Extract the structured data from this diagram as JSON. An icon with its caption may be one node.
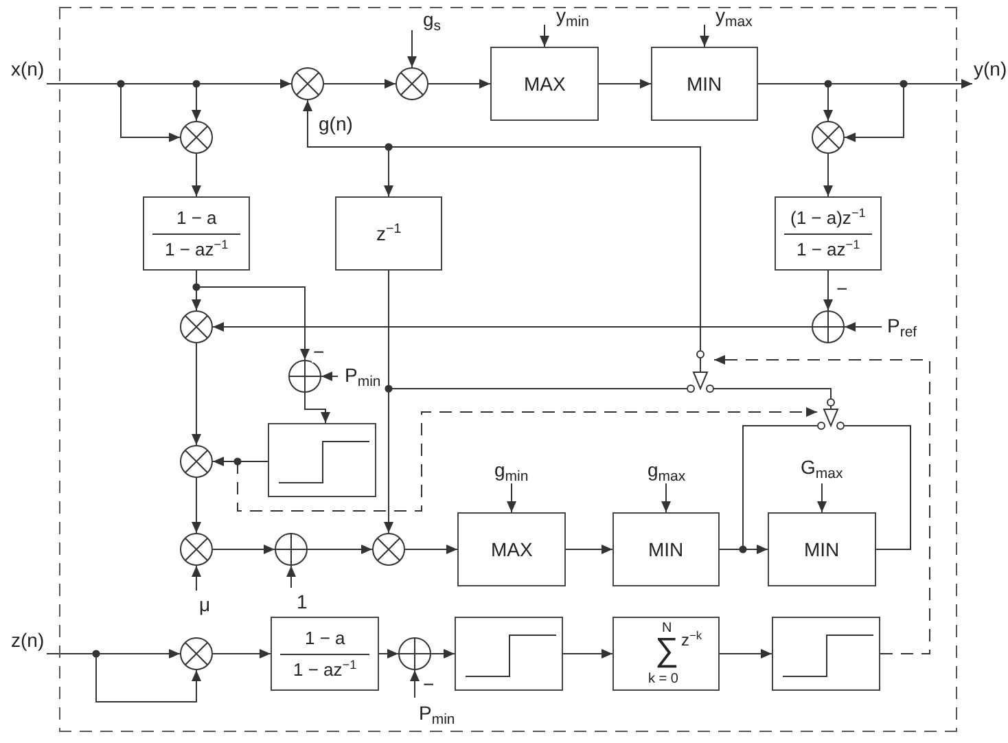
{
  "diagram": {
    "nodes": [
      {
        "text": [],
        "shape": "frame"
      },
      {
        "text": [
          "x(n)"
        ]
      },
      {
        "text": [],
        "shape": "multiplier",
        "in": 0
      },
      {
        "text": [
          "g$_{s}$"
        ],
        "in": 0
      },
      {
        "text": [],
        "shape": "multiplier",
        "in": 0
      },
      {
        "text": [
          "y$_{min}$"
        ],
        "in": 0
      },
      {
        "text": [
          "MAX"
        ],
        "in": 0
      },
      {
        "text": [
          "y$_{max}$"
        ],
        "in": 0
      },
      {
        "text": [
          "MIN"
        ],
        "in": 0
      },
      {
        "text": [
          "y(n)"
        ]
      },
      {
        "text": [],
        "shape": "multiplier",
        "in": 0
      },
      {
        "text": [],
        "shape": "multiplier",
        "in": 0
      },
      {
        "text": [
          "1 − a",
          "1 − az$^{−1}$"
        ],
        "in": 0
      },
      {
        "text": [
          "z$^{−1}$"
        ],
        "in": 0
      },
      {
        "text": [
          "(1 − a)z$^{−1}$",
          "1 − az$^{−1}$"
        ],
        "in": 0
      },
      {
        "text": [],
        "shape": "adder",
        "in": 0
      },
      {
        "text": [
          "P$_{ref}$"
        ],
        "in": 0
      },
      {
        "text": [],
        "shape": "multiplier",
        "in": 0
      },
      {
        "text": [],
        "shape": "adder",
        "in": 0
      },
      {
        "text": [
          "P$_{min}$"
        ],
        "in": 0
      },
      {
        "text": [],
        "shape": "switch",
        "in": 0
      },
      {
        "text": [],
        "shape": "switch",
        "in": 0
      },
      {
        "text": [],
        "shape": "multiplier",
        "in": 0
      },
      {
        "text": [],
        "shape": "step",
        "in": 0
      },
      {
        "text": [
          "g$_{min}$"
        ],
        "in": 0
      },
      {
        "text": [
          "g$_{max}$"
        ],
        "in": 0
      },
      {
        "text": [
          "G$_{max}$"
        ],
        "in": 0
      },
      {
        "text": [],
        "shape": "multiplier",
        "in": 0
      },
      {
        "text": [],
        "shape": "adder",
        "in": 0
      },
      {
        "text": [],
        "shape": "multiplier",
        "in": 0
      },
      {
        "text": [
          "MAX"
        ],
        "in": 0
      },
      {
        "text": [
          "MIN"
        ],
        "in": 0
      },
      {
        "text": [
          "MIN"
        ],
        "in": 0
      },
      {
        "text": [
          "μ"
        ],
        "in": 0
      },
      {
        "text": [
          "1"
        ],
        "in": 0
      },
      {
        "text": [
          "z(n)"
        ]
      },
      {
        "text": [],
        "shape": "multiplier",
        "in": 0
      },
      {
        "text": [
          "1 − a",
          "1 − az$^{−1}$"
        ],
        "in": 0
      },
      {
        "text": [],
        "shape": "adder",
        "in": 0
      },
      {
        "text": [],
        "shape": "step",
        "in": 0
      },
      {
        "text": [
          "N",
          "∑",
          "z$^{−k}$",
          "k = 0"
        ],
        "in": 0
      },
      {
        "text": [],
        "shape": "step",
        "in": 0
      },
      {
        "text": [
          "P$_{min}$"
        ],
        "in": 0
      }
    ],
    "edges": [
      {
        "from": 1,
        "to": 2,
        "arrow": "to"
      },
      {
        "from": 1,
        "to": 10,
        "arrow": "to"
      },
      {
        "from": 1,
        "to": 10,
        "arrow": "to"
      },
      {
        "from": 2,
        "to": 4,
        "arrow": "to"
      },
      {
        "from": 3,
        "to": 4,
        "arrow": "to"
      },
      {
        "from": 4,
        "to": 6,
        "arrow": "to"
      },
      {
        "from": 5,
        "to": 6,
        "arrow": "to"
      },
      {
        "from": 6,
        "to": 8,
        "arrow": "to"
      },
      {
        "from": 7,
        "to": 8,
        "arrow": "to"
      },
      {
        "from": 8,
        "to": 9,
        "arrow": "to"
      },
      {
        "from": 8,
        "to": 11,
        "arrow": "to"
      },
      {
        "from": 8,
        "to": 11,
        "arrow": "to"
      },
      {
        "from": 10,
        "to": 12,
        "arrow": "to"
      },
      {
        "from": 11,
        "to": 14,
        "arrow": "to"
      },
      {
        "from": 14,
        "to": 15,
        "arrow": "to",
        "label": "−"
      },
      {
        "from": 16,
        "to": 15,
        "arrow": "to"
      },
      {
        "from": 15,
        "to": 17,
        "arrow": "to"
      },
      {
        "from": 12,
        "to": 17,
        "arrow": "to"
      },
      {
        "from": 12,
        "to": 18,
        "arrow": "to",
        "label": "−"
      },
      {
        "from": 19,
        "to": 18,
        "arrow": "to"
      },
      {
        "from": 18,
        "to": 23,
        "arrow": "to"
      },
      {
        "from": 20,
        "to": 2,
        "arrow": "to",
        "label": "g(n)"
      },
      {
        "from": 20,
        "to": 13,
        "arrow": "to"
      },
      {
        "from": 13,
        "to": 20,
        "arrow": "none"
      },
      {
        "from": 13,
        "to": 29,
        "arrow": "to"
      },
      {
        "from": 21,
        "to": 20,
        "arrow": "none"
      },
      {
        "from": 31,
        "to": 21,
        "arrow": "none"
      },
      {
        "from": 32,
        "to": 21,
        "arrow": "none"
      },
      {
        "from": 41,
        "to": 20,
        "arrow": "to",
        "style": "dashed"
      },
      {
        "from": 23,
        "to": 21,
        "arrow": "to",
        "style": "dashed"
      },
      {
        "from": 17,
        "to": 22,
        "arrow": "to"
      },
      {
        "from": 23,
        "to": 22,
        "arrow": "to"
      },
      {
        "from": 22,
        "to": 27,
        "arrow": "to"
      },
      {
        "from": 33,
        "to": 27,
        "arrow": "to"
      },
      {
        "from": 27,
        "to": 28,
        "arrow": "to"
      },
      {
        "from": 34,
        "to": 28,
        "arrow": "to"
      },
      {
        "from": 28,
        "to": 29,
        "arrow": "to"
      },
      {
        "from": 29,
        "to": 30,
        "arrow": "to"
      },
      {
        "from": 24,
        "to": 30,
        "arrow": "to"
      },
      {
        "from": 30,
        "to": 31,
        "arrow": "to"
      },
      {
        "from": 25,
        "to": 31,
        "arrow": "to"
      },
      {
        "from": 31,
        "to": 32,
        "arrow": "to"
      },
      {
        "from": 26,
        "to": 32,
        "arrow": "to"
      },
      {
        "from": 35,
        "to": 36,
        "arrow": "to"
      },
      {
        "from": 35,
        "to": 36,
        "arrow": "to"
      },
      {
        "from": 36,
        "to": 37,
        "arrow": "to"
      },
      {
        "from": 37,
        "to": 38,
        "arrow": "to"
      },
      {
        "from": 42,
        "to": 38,
        "arrow": "to",
        "label": "−"
      },
      {
        "from": 38,
        "to": 39,
        "arrow": "to"
      },
      {
        "from": 39,
        "to": 40,
        "arrow": "to"
      },
      {
        "from": 40,
        "to": 41,
        "arrow": "to"
      }
    ]
  }
}
